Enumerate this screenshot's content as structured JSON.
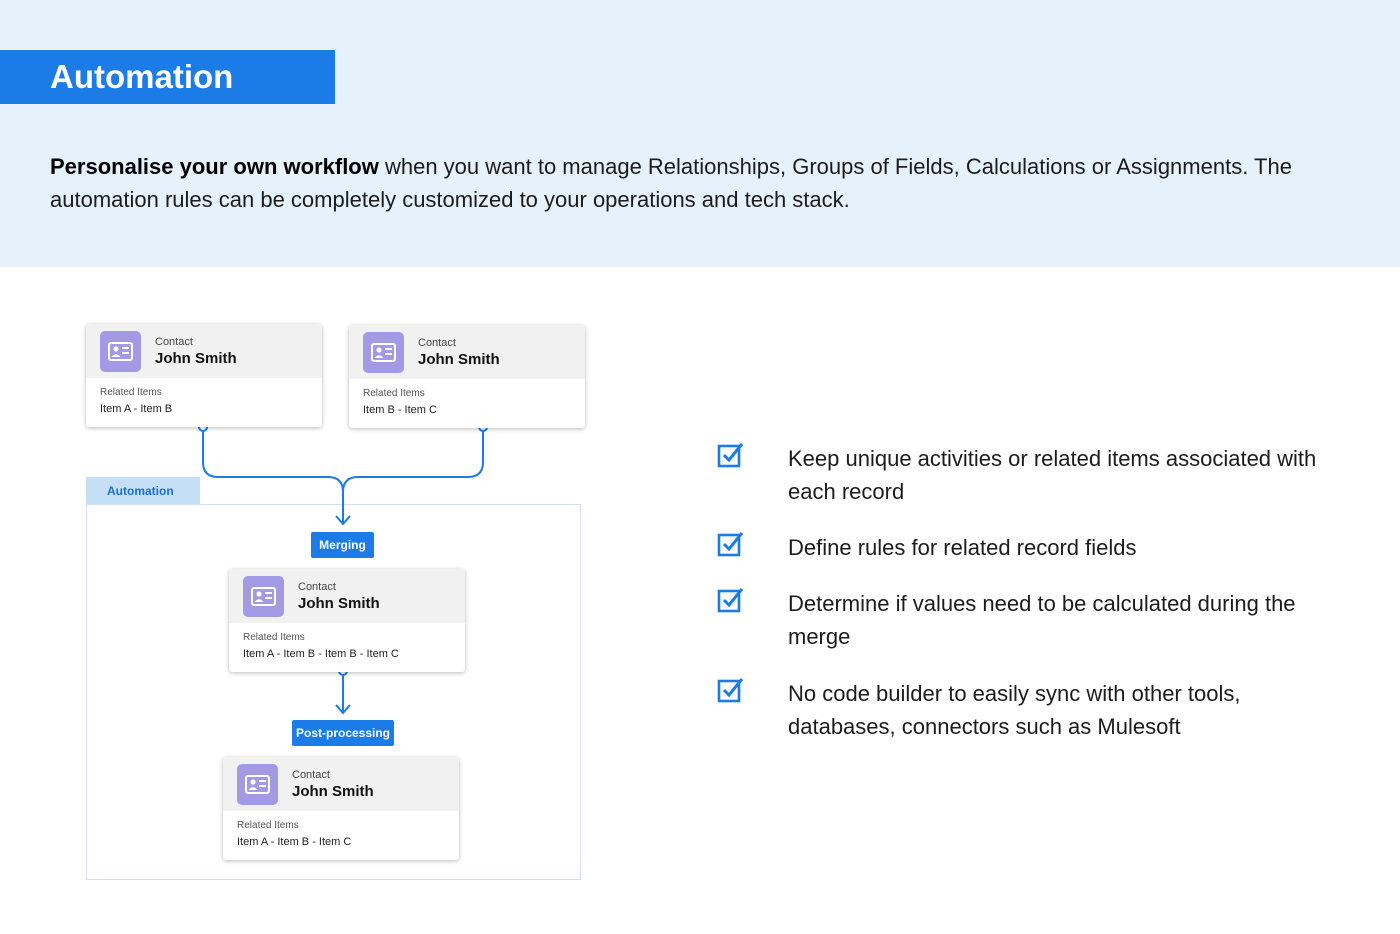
{
  "header": {
    "title": "Automation",
    "intro_bold": "Personalise your own workflow",
    "intro_rest": " when you want to manage Relationships, Groups of Fields, Calculations or Assignments. The automation rules can be completely customized to your operations and tech stack."
  },
  "diagram": {
    "source_cards": [
      {
        "type": "Contact",
        "name": "John Smith",
        "related_label": "Related Items",
        "related_items": "Item A - Item B"
      },
      {
        "type": "Contact",
        "name": "John Smith",
        "related_label": "Related Items",
        "related_items": "Item B - Item C"
      }
    ],
    "automation_label": "Automation",
    "merging_label": "Merging",
    "merged_card": {
      "type": "Contact",
      "name": "John Smith",
      "related_label": "Related Items",
      "related_items": "Item A - Item B - Item B - Item C"
    },
    "postprocessing_label": "Post-processing",
    "final_card": {
      "type": "Contact",
      "name": "John Smith",
      "related_label": "Related Items",
      "related_items": "Item A - Item B - Item C"
    },
    "colors": {
      "accent": "#1b7ce8",
      "avatar": "#a39ae6",
      "tab": "#c5e0f6"
    },
    "icons": {
      "avatar": "contact-card-icon",
      "check": "checkbox-checked-icon"
    }
  },
  "features": [
    "Keep unique activities or related items associated with each record",
    "Define rules for related record fields",
    "Determine if values need to be calculated during the merge",
    "No code builder to easily sync with other tools, databases, connectors such as Mulesoft"
  ]
}
